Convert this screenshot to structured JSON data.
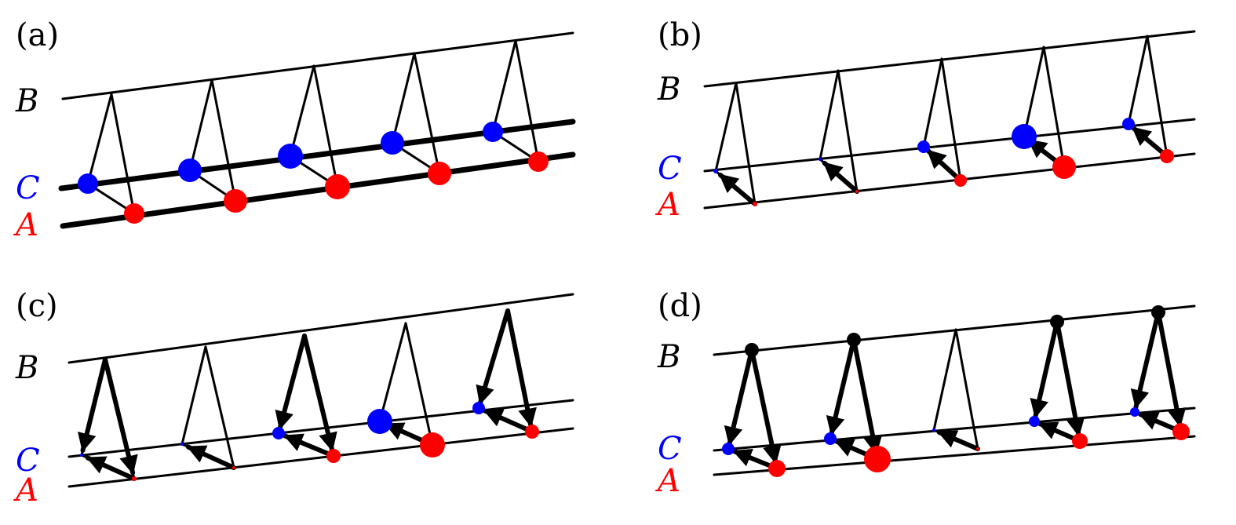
{
  "panels": [
    {
      "label": "(a)",
      "chain_labels": [
        "B",
        "C",
        "A"
      ]
    },
    {
      "label": "(b)",
      "chain_labels": [
        "B",
        "C",
        "A"
      ]
    },
    {
      "label": "(c)",
      "chain_labels": [
        "B",
        "C",
        "A"
      ]
    },
    {
      "label": "(d)",
      "chain_labels": [
        "B",
        "C",
        "A"
      ]
    }
  ],
  "colors": {
    "A": "#ff0000",
    "B": "#000000",
    "C": "#0000ff",
    "lines": "#000000"
  }
}
